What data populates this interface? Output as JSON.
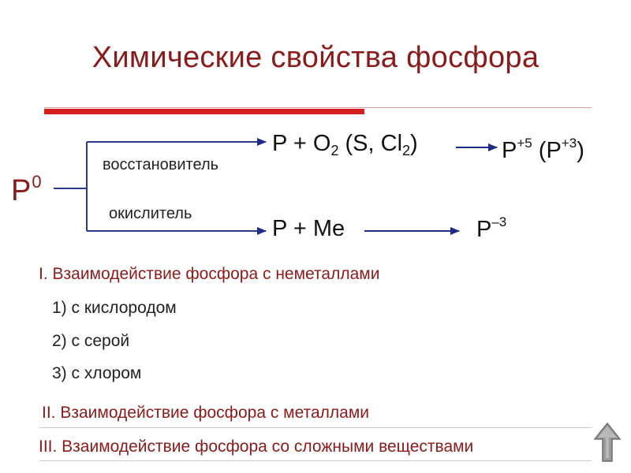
{
  "title": "Химические свойства фосфора",
  "p0": {
    "symbol": "P",
    "charge": "0"
  },
  "branches": {
    "reducer_label": "восстановитель",
    "oxidizer_label": "окислитель"
  },
  "reaction1": {
    "left_a": "P + O",
    "left_sub1": "2",
    "left_b": " (S, Cl",
    "left_sub2": "2",
    "left_c": ")",
    "product_a": "P",
    "product_sup1": "+5",
    "product_b": " (P",
    "product_sup2": "+3",
    "product_c": ")"
  },
  "reaction2": {
    "left": "P + Me",
    "product": "P",
    "product_sup": "–3"
  },
  "sections": {
    "heading1": "I. Взаимодействие фосфора с неметаллами",
    "items": [
      "1) с кислородом",
      "2) с серой",
      "3) с хлором"
    ],
    "heading2": "II. Взаимодействие фосфора с металлами",
    "heading3": "III. Взаимодействие фосфора со сложными веществами"
  },
  "nav": {
    "icon": "up-arrow-icon"
  },
  "colors": {
    "title": "#8b1a1a",
    "accent_bar": "#d41f1f",
    "arrow": "#1f2a8a",
    "nav_button": "#8c8c8c"
  }
}
